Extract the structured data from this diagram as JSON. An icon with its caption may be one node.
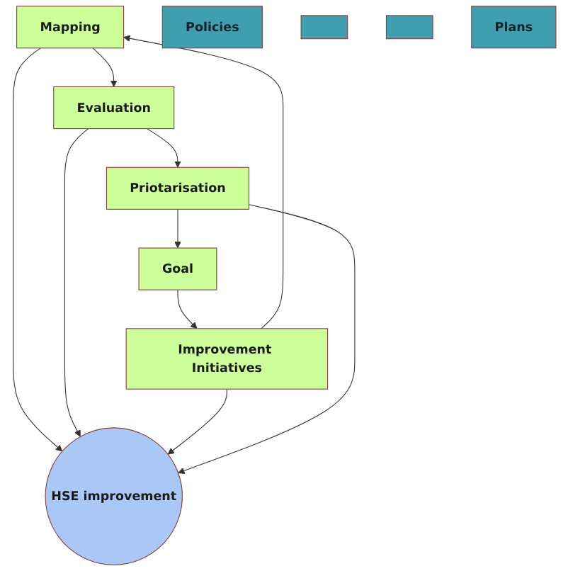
{
  "diagram": {
    "nodes": [
      {
        "text": [
          "Mapping"
        ]
      },
      {
        "text": [
          "Evaluation"
        ]
      },
      {
        "text": [
          "Priotarisation"
        ]
      },
      {
        "text": [
          "Goal"
        ]
      },
      {
        "text": [
          "Improvement Initiatives"
        ]
      },
      {
        "text": [
          "Policies"
        ]
      },
      {
        "text": [],
        "shape": "box"
      },
      {
        "text": [],
        "shape": "box"
      },
      {
        "text": [
          "Plans"
        ]
      },
      {
        "text": [
          "HSE improvement"
        ]
      }
    ],
    "edges": [
      {
        "from": 0,
        "to": 1,
        "arrow": "to"
      },
      {
        "from": 1,
        "to": 2,
        "arrow": "to"
      },
      {
        "from": 2,
        "to": 3,
        "arrow": "to"
      },
      {
        "from": 3,
        "to": 4,
        "arrow": "to"
      },
      {
        "from": 4,
        "to": 0,
        "arrow": "to"
      },
      {
        "from": 0,
        "to": 9,
        "arrow": "to"
      },
      {
        "from": 1,
        "to": 9,
        "arrow": "to"
      },
      {
        "from": 4,
        "to": 9,
        "arrow": "to"
      },
      {
        "from": 2,
        "to": 9,
        "arrow": "to"
      }
    ]
  }
}
